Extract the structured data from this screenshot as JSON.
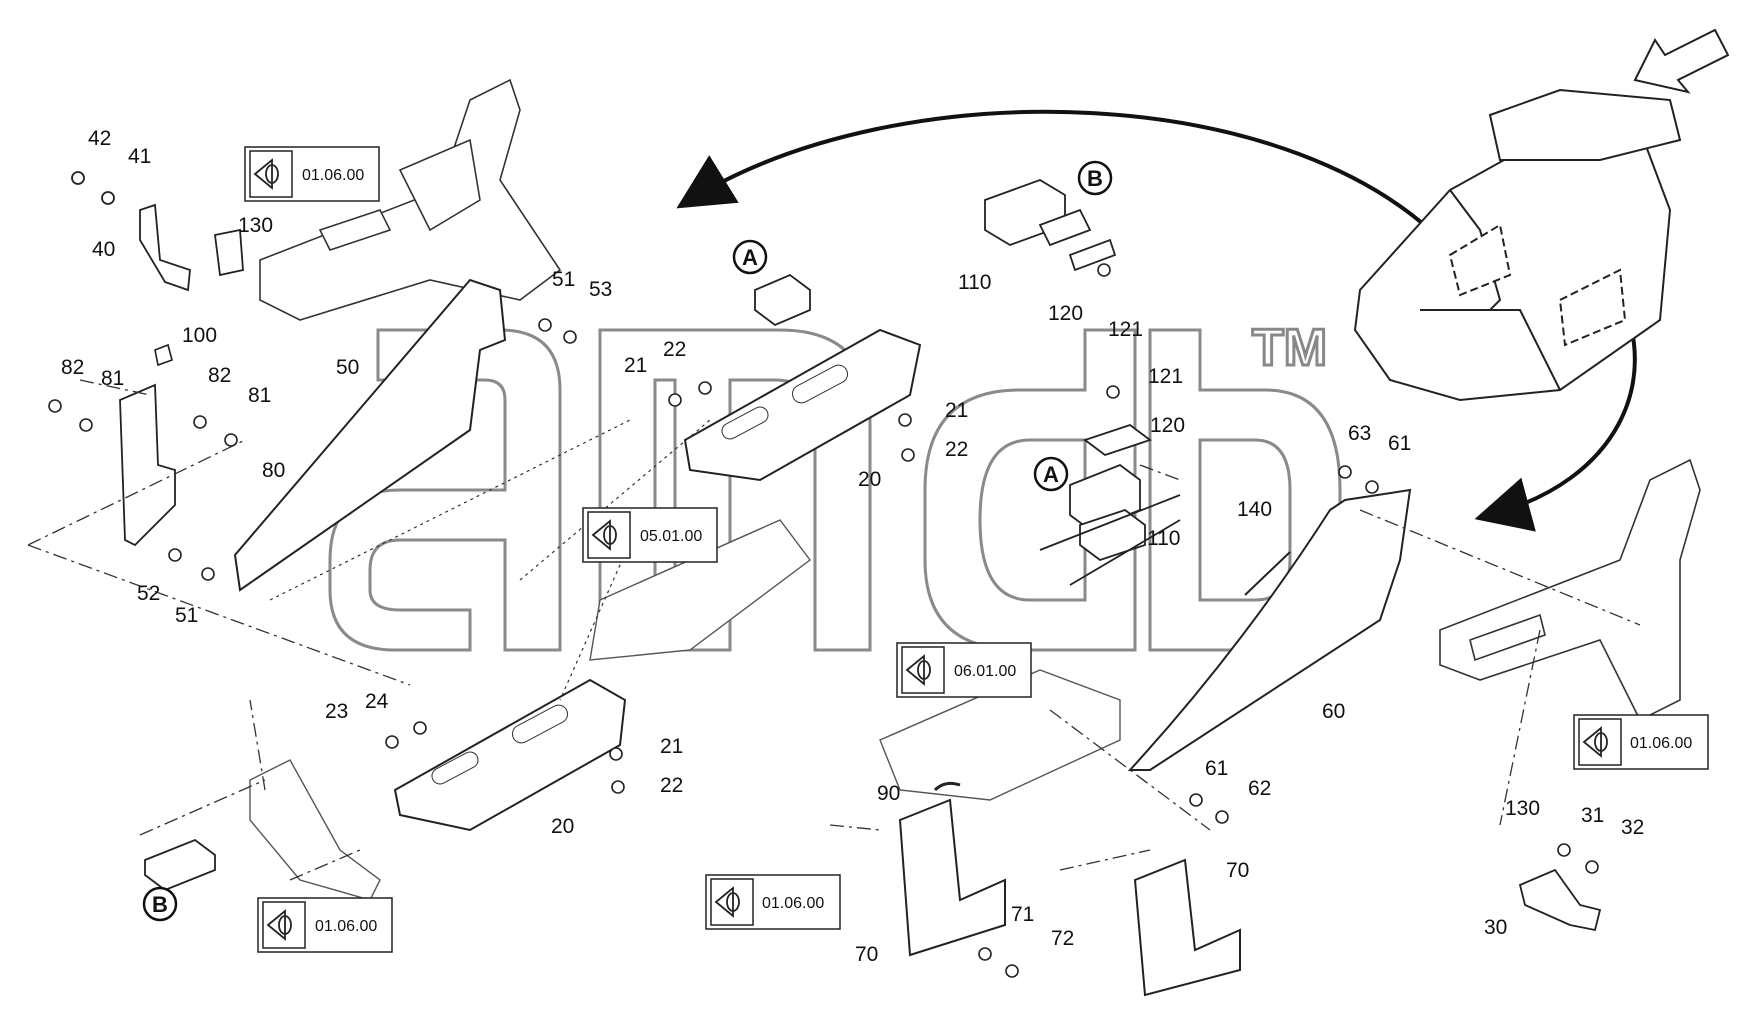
{
  "diagram": {
    "part_labels": [
      {
        "text": "42"
      },
      {
        "text": "41"
      },
      {
        "text": "40"
      },
      {
        "text": "130"
      },
      {
        "text": "100"
      },
      {
        "text": "82"
      },
      {
        "text": "81"
      },
      {
        "text": "82"
      },
      {
        "text": "81"
      },
      {
        "text": "80"
      },
      {
        "text": "50"
      },
      {
        "text": "51"
      },
      {
        "text": "53"
      },
      {
        "text": "52"
      },
      {
        "text": "51"
      },
      {
        "text": "21"
      },
      {
        "text": "22"
      },
      {
        "text": "21"
      },
      {
        "text": "22"
      },
      {
        "text": "20"
      },
      {
        "text": "23"
      },
      {
        "text": "24"
      },
      {
        "text": "21"
      },
      {
        "text": "22"
      },
      {
        "text": "20"
      },
      {
        "text": "110"
      },
      {
        "text": "120"
      },
      {
        "text": "121"
      },
      {
        "text": "121"
      },
      {
        "text": "120"
      },
      {
        "text": "110"
      },
      {
        "text": "140"
      },
      {
        "text": "63"
      },
      {
        "text": "61"
      },
      {
        "text": "60"
      },
      {
        "text": "61"
      },
      {
        "text": "62"
      },
      {
        "text": "90"
      },
      {
        "text": "70"
      },
      {
        "text": "71"
      },
      {
        "text": "72"
      },
      {
        "text": "70"
      },
      {
        "text": "130"
      },
      {
        "text": "31"
      },
      {
        "text": "32"
      },
      {
        "text": "30"
      }
    ],
    "view_refs": [
      {
        "code": "01.06.00"
      },
      {
        "code": "05.01.00"
      },
      {
        "code": "06.01.00"
      },
      {
        "code": "01.06.00"
      },
      {
        "code": "01.06.00"
      },
      {
        "code": "01.06.00"
      }
    ],
    "detail_callouts": [
      {
        "letter": "A"
      },
      {
        "letter": "B"
      },
      {
        "letter": "A"
      },
      {
        "letter": "B"
      }
    ],
    "watermark": {
      "trademark": "TM"
    }
  }
}
